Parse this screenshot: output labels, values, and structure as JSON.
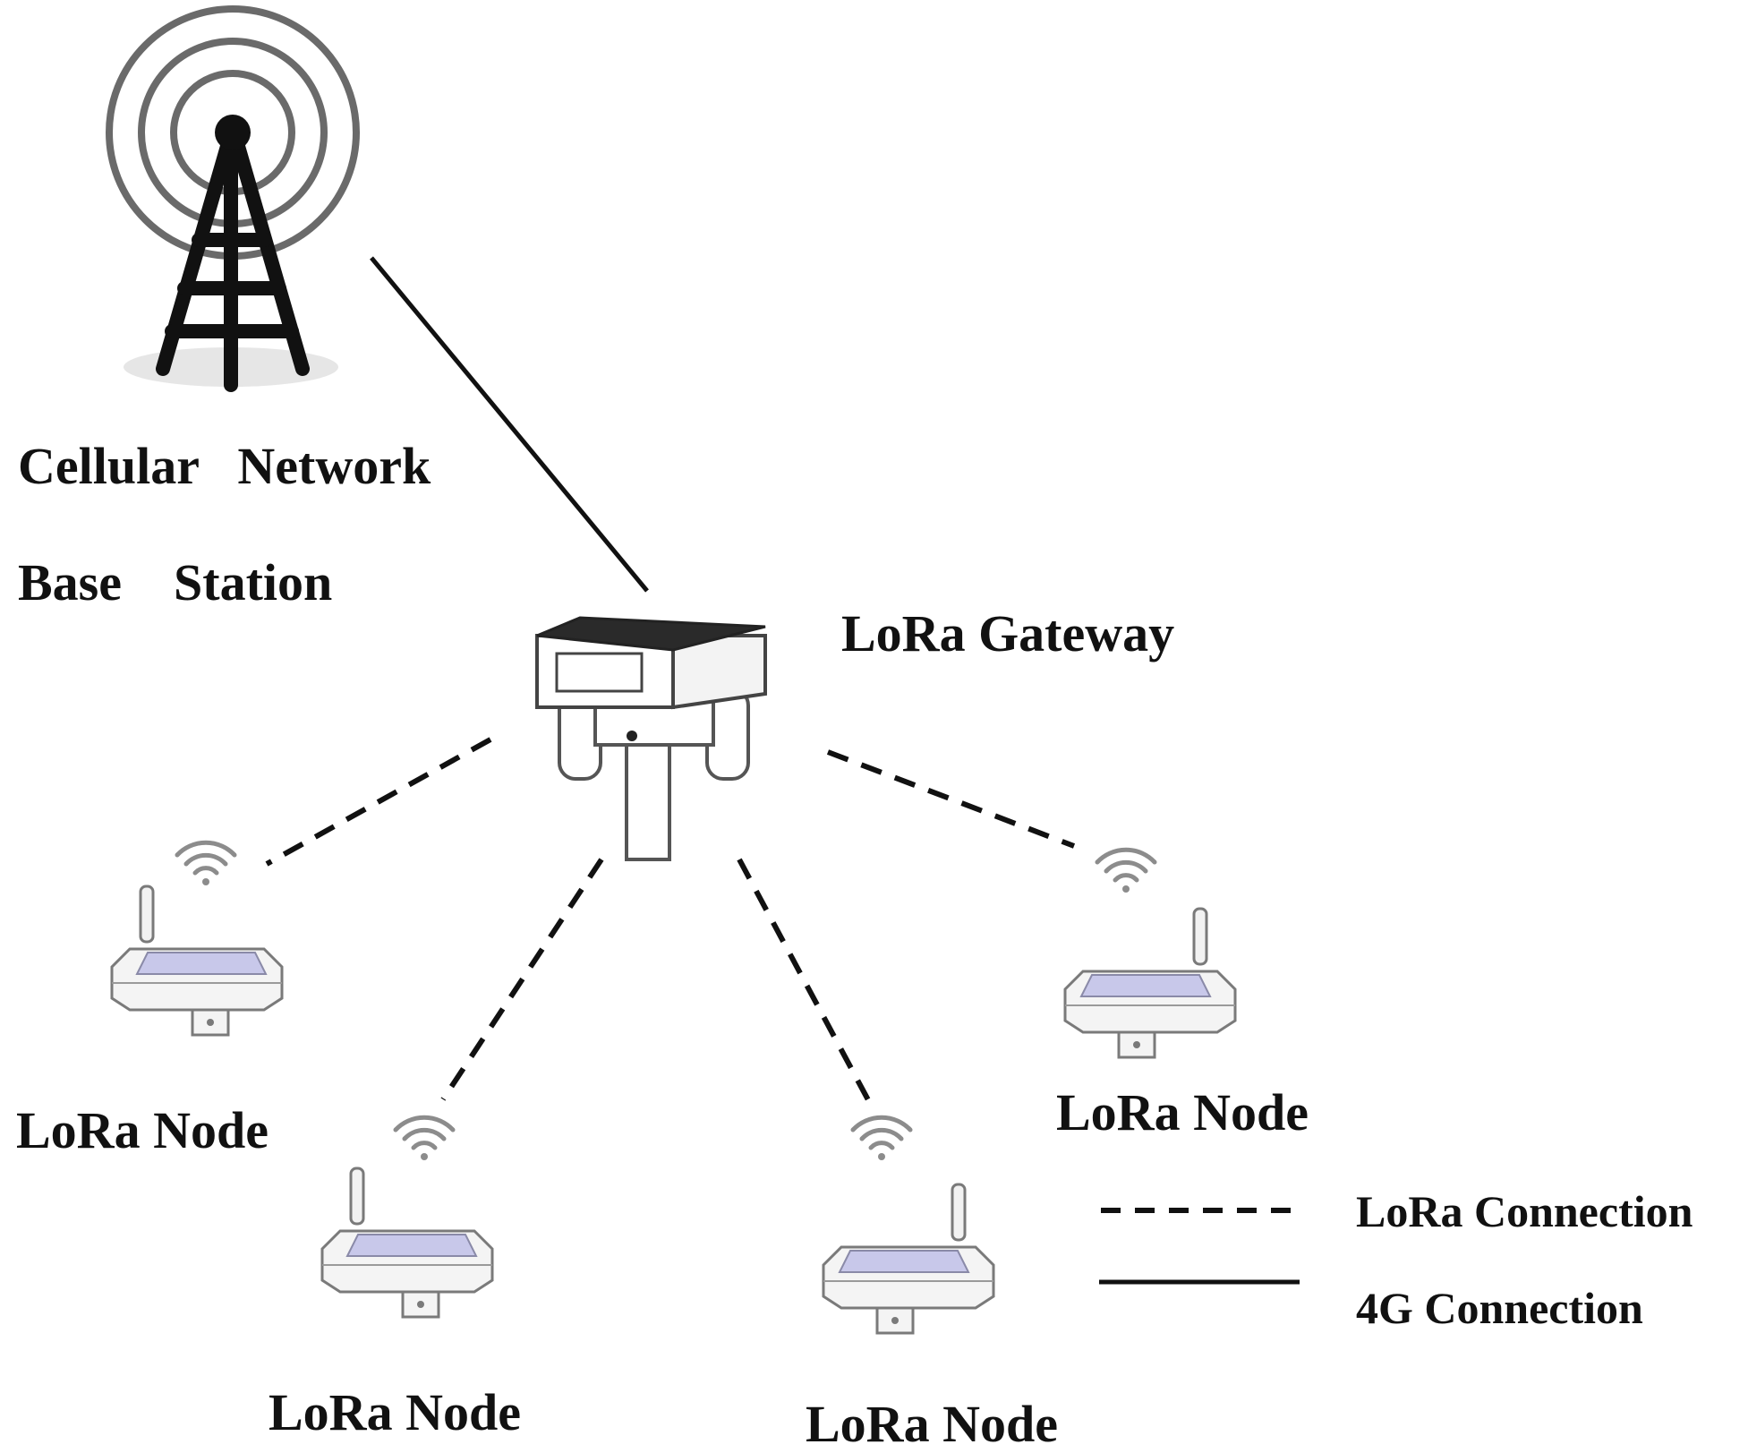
{
  "base_station": {
    "label_line1": "Cellular   Network",
    "label_line2": "Base    Station"
  },
  "gateway": {
    "label": "LoRa Gateway"
  },
  "nodes": [
    {
      "label": "LoRa Node"
    },
    {
      "label": "LoRa Node"
    },
    {
      "label": "LoRa Node"
    },
    {
      "label": "LoRa Node"
    }
  ],
  "legend": {
    "lora": "LoRa Connection",
    "cellular": "4G Connection"
  },
  "connections": [
    {
      "from": "base_station",
      "to": "gateway",
      "type": "4G Connection"
    },
    {
      "from": "gateway",
      "to": "node-1",
      "type": "LoRa Connection"
    },
    {
      "from": "gateway",
      "to": "node-2",
      "type": "LoRa Connection"
    },
    {
      "from": "gateway",
      "to": "node-3",
      "type": "LoRa Connection"
    },
    {
      "from": "gateway",
      "to": "node-4",
      "type": "LoRa Connection"
    }
  ],
  "colors": {
    "line": "#111111",
    "node_panel": "#c8c8ea",
    "icon_gray": "#8c8c8c"
  }
}
